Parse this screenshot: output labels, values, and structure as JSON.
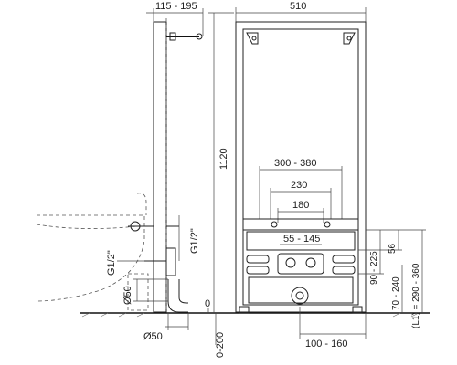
{
  "dims": {
    "depth_range": "115 - 195",
    "width": "510",
    "height": "1120",
    "w300_380": "300 - 380",
    "w230": "230",
    "w180": "180",
    "w55_145": "55 - 145",
    "g12_a": "G1/2\"",
    "g12_b": "G1/2\"",
    "d50_v": "Ø50",
    "d50_h": "Ø50",
    "zero": "0",
    "zero_200": "0-200",
    "w100_160": "100 - 160",
    "h56": "56",
    "h90_225": "90 - 225",
    "h70_240": "70 - 240",
    "h290_360": "(L1) = 290 - 360"
  }
}
